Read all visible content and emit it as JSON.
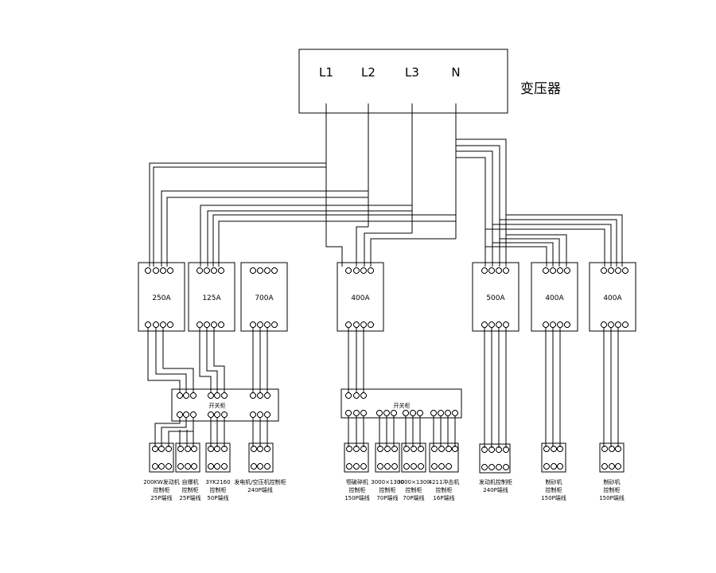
{
  "transformer": {
    "title": "变压器",
    "terminals": [
      "L1",
      "L2",
      "L3",
      "N"
    ]
  },
  "breakers": {
    "b1": "250A",
    "b2": "125A",
    "b3": "700A",
    "b4": "400A",
    "b5": "500A",
    "b6": "400A",
    "b7": "400A"
  },
  "switch_boxes": {
    "left": "开关柜",
    "middle": "开关柜"
  },
  "loads": [
    {
      "l1": "200KW发动机",
      "l2": "控制柜",
      "l3": "25P端线"
    },
    {
      "l1": "自爆机",
      "l2": "控制柜",
      "l3": "25P端线"
    },
    {
      "l1": "3YK2160",
      "l2": "控制柜",
      "l3": "50P端线"
    },
    {
      "l1": "发电机/空压机控制柜",
      "l2": "240P端线",
      "l3": ""
    },
    {
      "l1": "颚破碎机",
      "l2": "控制柜",
      "l3": "150P端线"
    },
    {
      "l1": "3000×1300",
      "l2": "控制柜",
      "l3": "70P端线"
    },
    {
      "l1": "3000×1300",
      "l2": "控制柜",
      "l3": "70P端线"
    },
    {
      "l1": "4211冲击机",
      "l2": "控制柜",
      "l3": "16P端线"
    },
    {
      "l1": "发动机控制柜",
      "l2": "240P端线",
      "l3": ""
    },
    {
      "l1": "制砂机",
      "l2": "控制柜",
      "l3": "150P端线"
    },
    {
      "l1": "制砂机",
      "l2": "控制柜",
      "l3": "150P端线"
    }
  ]
}
